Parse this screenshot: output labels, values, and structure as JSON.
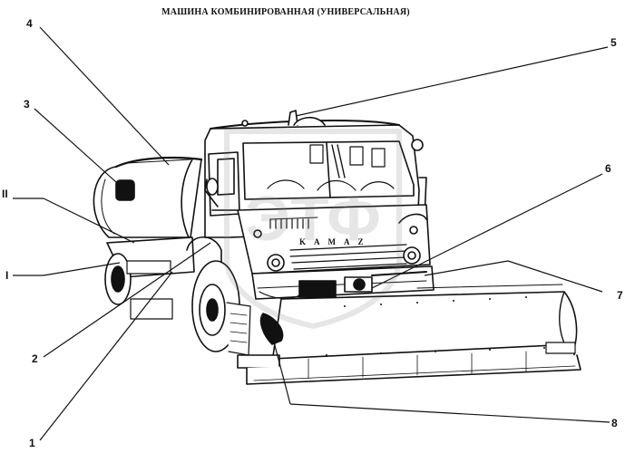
{
  "title": "МАШИНА КОМБИНИРОВАННАЯ (УНИВЕРСАЛЬНАЯ)",
  "truck_badge": "KAMAZ",
  "watermark_text": "ЭТФ",
  "callouts": [
    {
      "id": "4",
      "label": "4"
    },
    {
      "id": "5",
      "label": "5"
    },
    {
      "id": "3",
      "label": "3"
    },
    {
      "id": "6",
      "label": "6"
    },
    {
      "id": "II",
      "label": "II"
    },
    {
      "id": "I",
      "label": "I"
    },
    {
      "id": "7",
      "label": "7"
    },
    {
      "id": "2",
      "label": "2"
    },
    {
      "id": "8",
      "label": "8"
    },
    {
      "id": "1",
      "label": "1"
    }
  ]
}
